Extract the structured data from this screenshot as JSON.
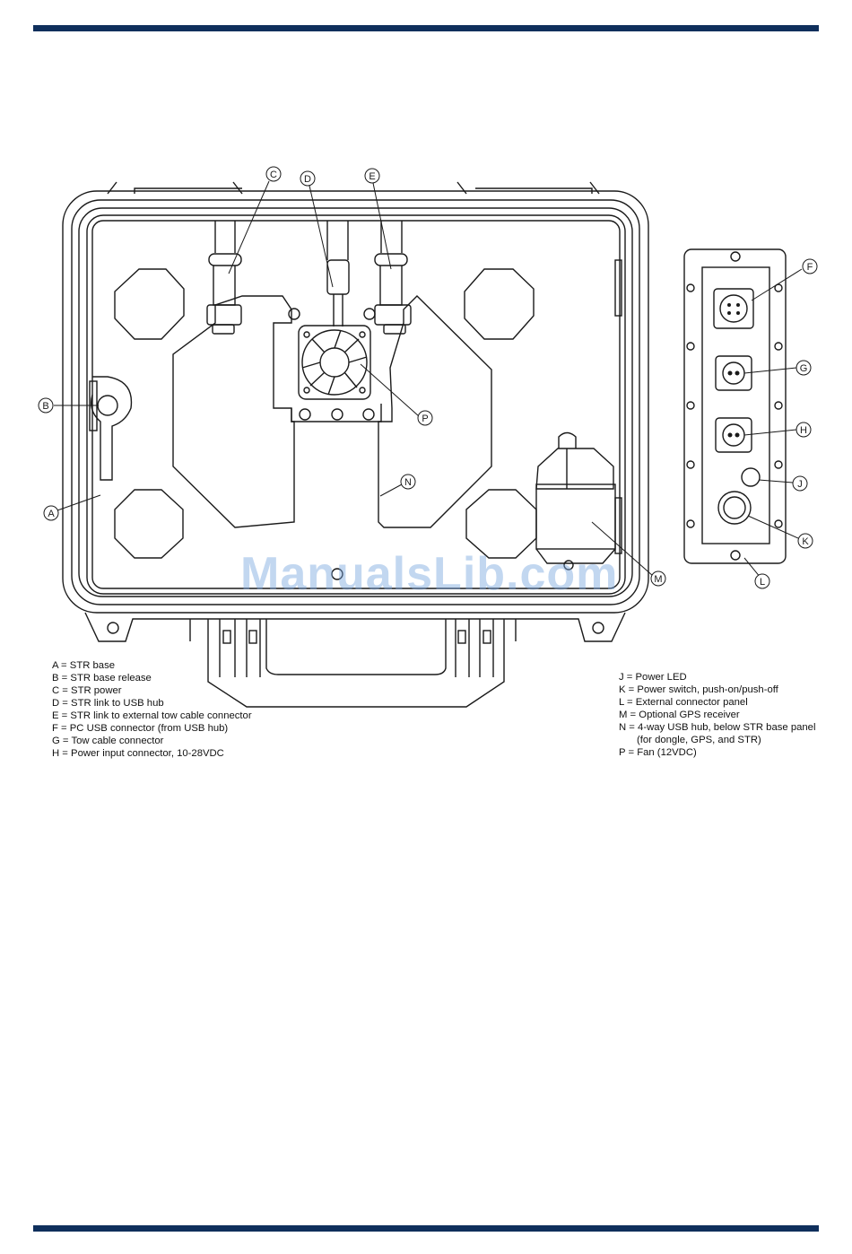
{
  "colors": {
    "rule": "#0f2f5c",
    "line": "#1a1a1a",
    "watermark": "#7aa7e0"
  },
  "watermark": "ManualsLib.com",
  "callouts": {
    "A": "A",
    "B": "B",
    "C": "C",
    "D": "D",
    "E": "E",
    "F": "F",
    "G": "G",
    "H": "H",
    "J": "J",
    "K": "K",
    "L": "L",
    "M": "M",
    "N": "N",
    "P": "P"
  },
  "legend_left": [
    "A = STR base",
    "B = STR base release",
    "C = STR power",
    "D = STR link to USB hub",
    "E = STR link to external tow cable connector",
    "F = PC USB connector (from USB hub)",
    "G = Tow cable connector",
    "H = Power input connector, 10-28VDC"
  ],
  "legend_right": [
    "J = Power LED",
    "K = Power switch, push-on/push-off",
    "L = External connector panel",
    "M = Optional GPS receiver",
    "N = 4-way USB hub, below STR base panel",
    "(for dongle, GPS, and STR)",
    "P = Fan (12VDC)"
  ]
}
